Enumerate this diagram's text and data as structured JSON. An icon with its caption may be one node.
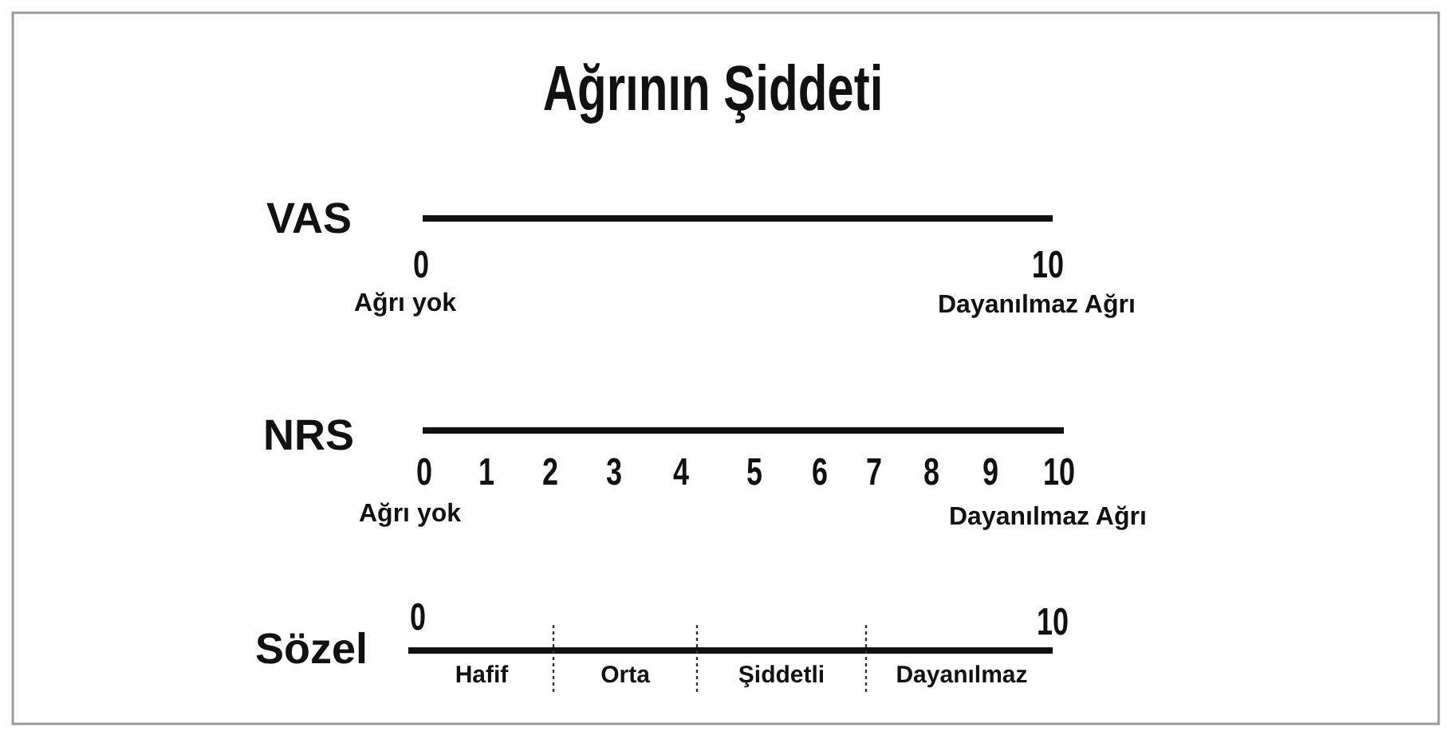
{
  "diagram": {
    "title": "Ağrının Şiddeti",
    "labels": [
      "VAS",
      "0",
      "10",
      "Ağrı yok",
      "Dayanılmaz Ağrı",
      "NRS",
      "0",
      "1",
      "2",
      "3",
      "4",
      "5",
      "6",
      "7",
      "8",
      "9",
      "10",
      "Ağrı yok",
      "Dayanılmaz Ağrı",
      "Sözel",
      "0",
      "10",
      "Hafif",
      "Orta",
      "Şiddetli",
      "Dayanılmaz"
    ]
  }
}
